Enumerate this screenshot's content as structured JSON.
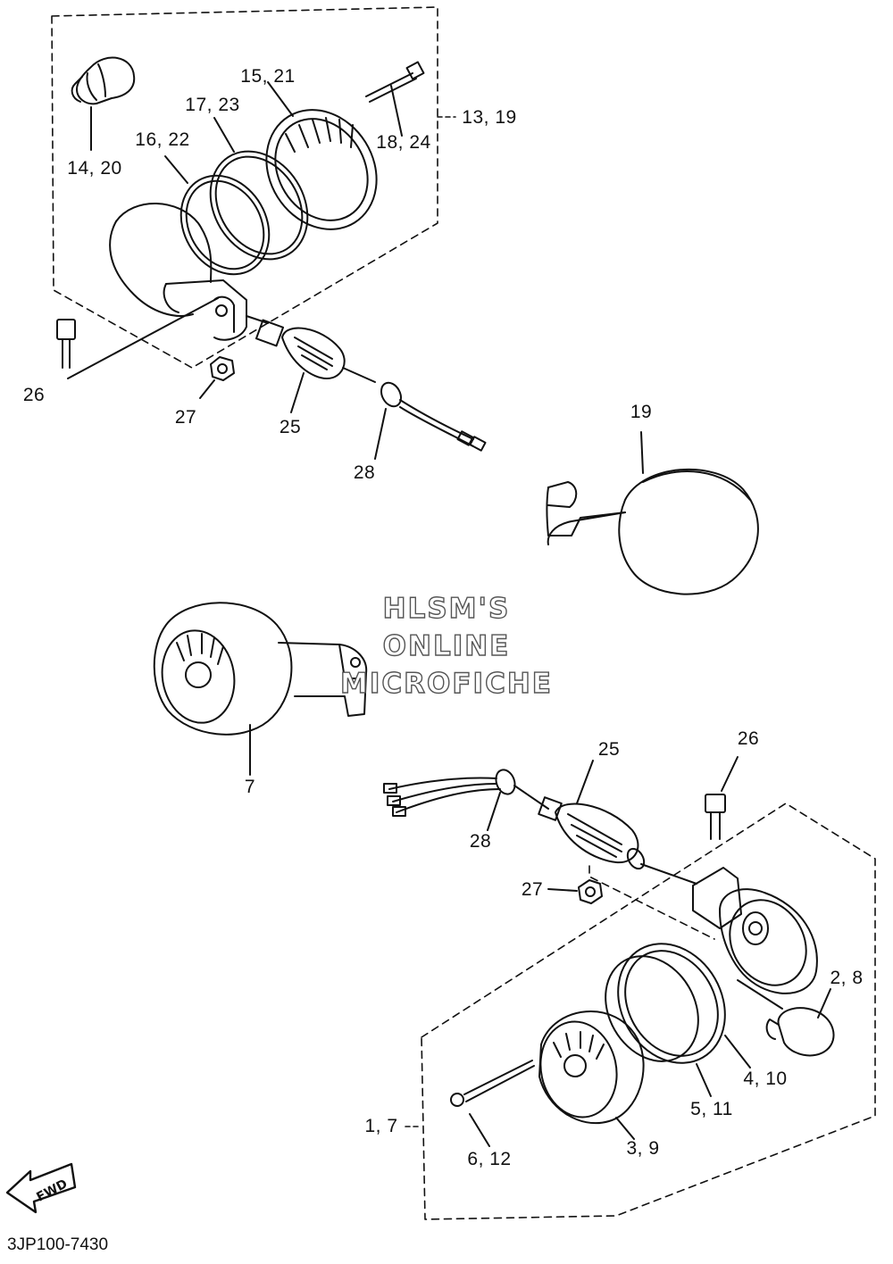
{
  "diagram": {
    "part_code": "3JP100-7430",
    "fwd_label": "FWD",
    "watermark": [
      "HLSM'S",
      "ONLINE",
      "MICROFICHE"
    ],
    "callouts": {
      "c13_19": "13, 19",
      "c15_21": "15, 21",
      "c17_23": "17, 23",
      "c16_22": "16, 22",
      "c14_20": "14, 20",
      "c18_24": "18, 24",
      "c26_top": "26",
      "c27_top": "27",
      "c25_top": "25",
      "c28_top": "28",
      "c19": "19",
      "c7": "7",
      "c25_bottom": "25",
      "c26_bottom": "26",
      "c28_bottom": "28",
      "c27_bottom": "27",
      "c2_8": "2, 8",
      "c4_10": "4, 10",
      "c5_11": "5, 11",
      "c1_7": "1, 7",
      "c6_12": "6, 12",
      "c3_9": "3, 9"
    }
  }
}
